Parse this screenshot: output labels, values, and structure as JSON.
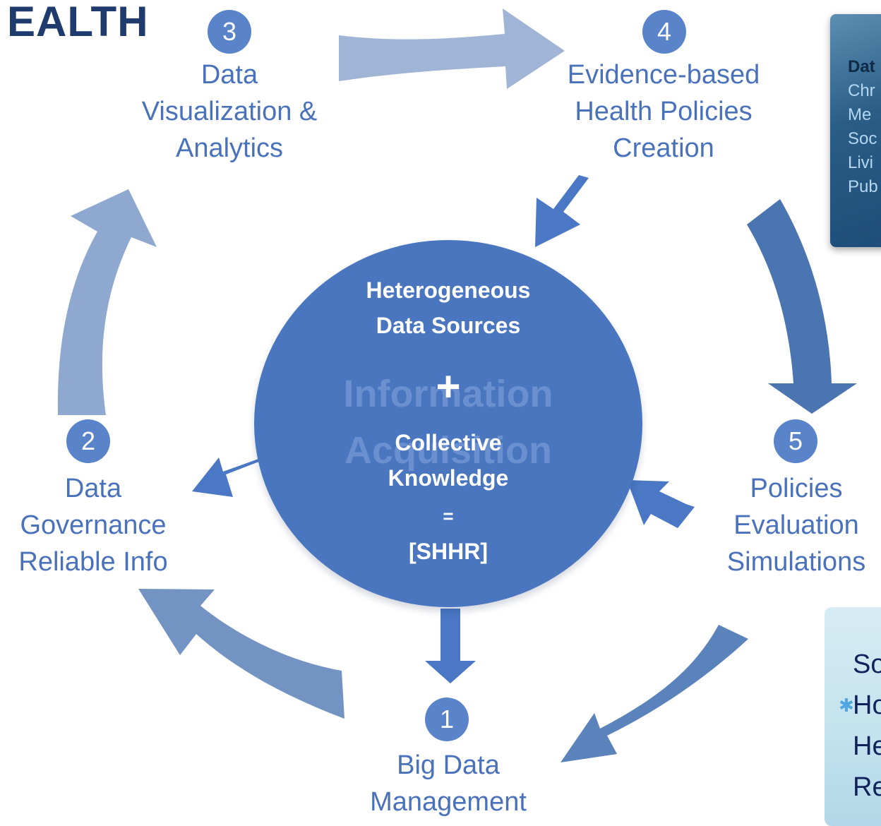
{
  "header": {
    "title": "EALTH"
  },
  "colors": {
    "hub": "#4a76c0",
    "node_text": "#4a72bb",
    "badge": "#5a84c9",
    "arrow_light": "#9fb6d8",
    "arrow_mid": "#7f9fcc",
    "arrow_dark": "#4a76b2",
    "small_arrow": "#4a78c4"
  },
  "nodes": [
    {
      "id": "node-1",
      "number": "1",
      "label_lines": [
        "Big Data",
        "Management"
      ]
    },
    {
      "id": "node-2",
      "number": "2",
      "label_lines": [
        "Data",
        "Governance",
        "Reliable Info"
      ]
    },
    {
      "id": "node-3",
      "number": "3",
      "label_lines": [
        "Data",
        "Visualization &",
        "Analytics"
      ]
    },
    {
      "id": "node-4",
      "number": "4",
      "label_lines": [
        "Evidence-based",
        "Health Policies",
        "Creation"
      ]
    },
    {
      "id": "node-5",
      "number": "5",
      "label_lines": [
        "Policies",
        "Evaluation",
        "Simulations"
      ]
    }
  ],
  "hub": {
    "watermark_lines": [
      "Information",
      "Acquisition"
    ],
    "line1": "Heterogeneous",
    "line2": "Data Sources",
    "plus": "+",
    "line3": "Collective",
    "line4": "Knowledge",
    "equals": "=",
    "line5": "[SHHR]"
  },
  "side_panel_top": {
    "lines": [
      "Dat",
      "Chr",
      "Me",
      "Soc",
      "Livi",
      "Pub"
    ]
  },
  "side_panel_bottom": {
    "lines": [
      "So",
      "Ho",
      "He",
      "Re"
    ],
    "icon": "star-icon"
  }
}
